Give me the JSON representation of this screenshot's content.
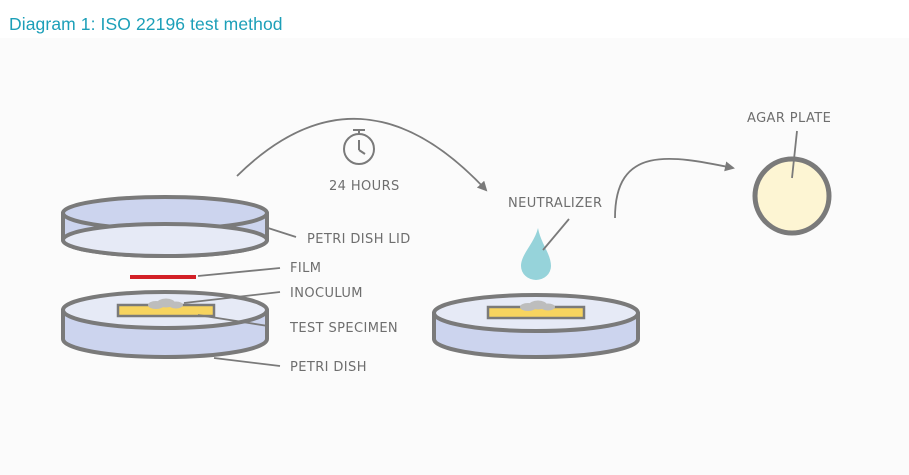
{
  "title": "Diagram 1: ISO 22196 test method",
  "labels": {
    "petri_dish_lid": "PETRI DISH LID",
    "film": "FILM",
    "inoculum": "INOCULUM",
    "test_specimen": "TEST SPECIMEN",
    "petri_dish": "PETRI DISH",
    "hours": "24 HOURS",
    "neutralizer": "NEUTRALIZER",
    "agar_plate": "AGAR PLATE"
  },
  "colors": {
    "title": "#1c9fb8",
    "dish_outline": "#7a7a7a",
    "dish_fill": "#ccd4ee",
    "dish_top": "#e6eaf6",
    "film": "#d32027",
    "specimen": "#f7d45f",
    "inoculum": "#b8b8b8",
    "neutralizer": "#96d3da",
    "agar": "#fdf5d3"
  }
}
